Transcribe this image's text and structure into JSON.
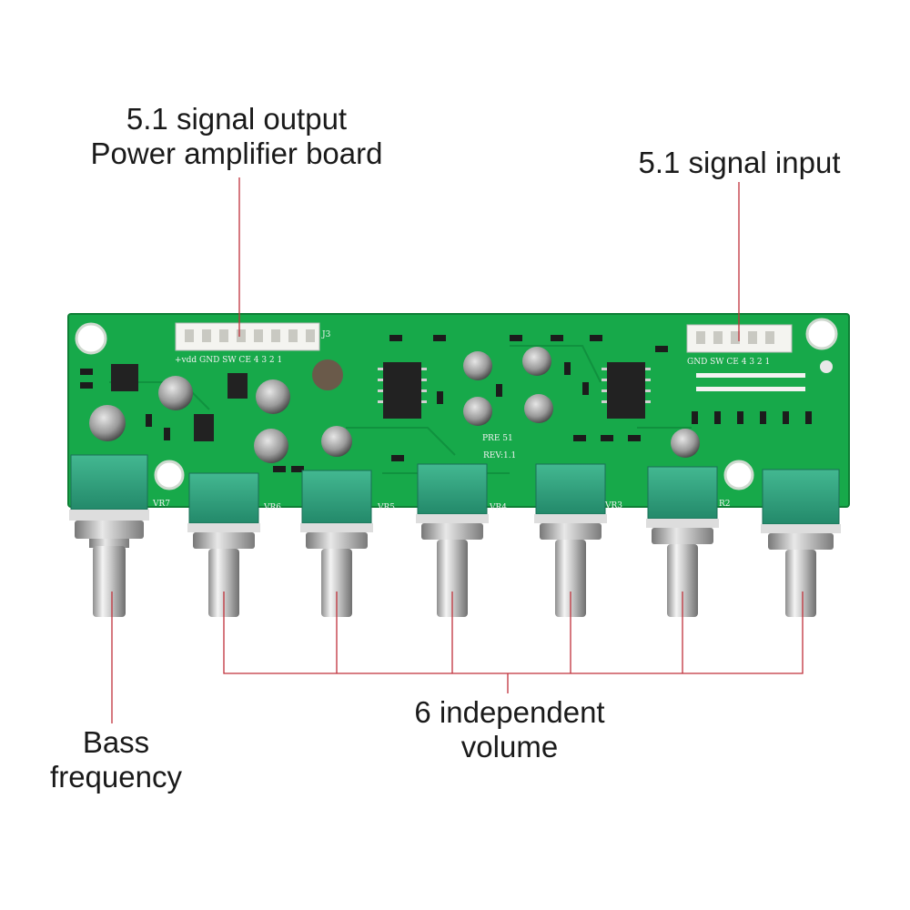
{
  "callouts": {
    "output": {
      "line1": "5.1 signal output",
      "line2": "Power amplifier board"
    },
    "input": {
      "line1": "5.1 signal input"
    },
    "volume": {
      "line1": "6 independent",
      "line2": "volume"
    },
    "bass": {
      "line1": "Bass",
      "line2": "frequency"
    }
  },
  "board": {
    "silkscreen": {
      "model": "PRE 51",
      "revision": "REV:1.1",
      "connector_j3": "J3",
      "j3_pins": "+vdd  GND  SW  CE  4  3  2  1",
      "j2_pins": "GND  SW  CE  4  3  2  1",
      "pots": [
        "VR7",
        "VR6",
        "VR5",
        "VR4",
        "VR3",
        "R2"
      ]
    },
    "colors": {
      "pcb": "#17a94a",
      "pcb_dark": "#0e7f35",
      "pot_body": "#2e9e7a",
      "callout_line": "#c0313b"
    }
  }
}
